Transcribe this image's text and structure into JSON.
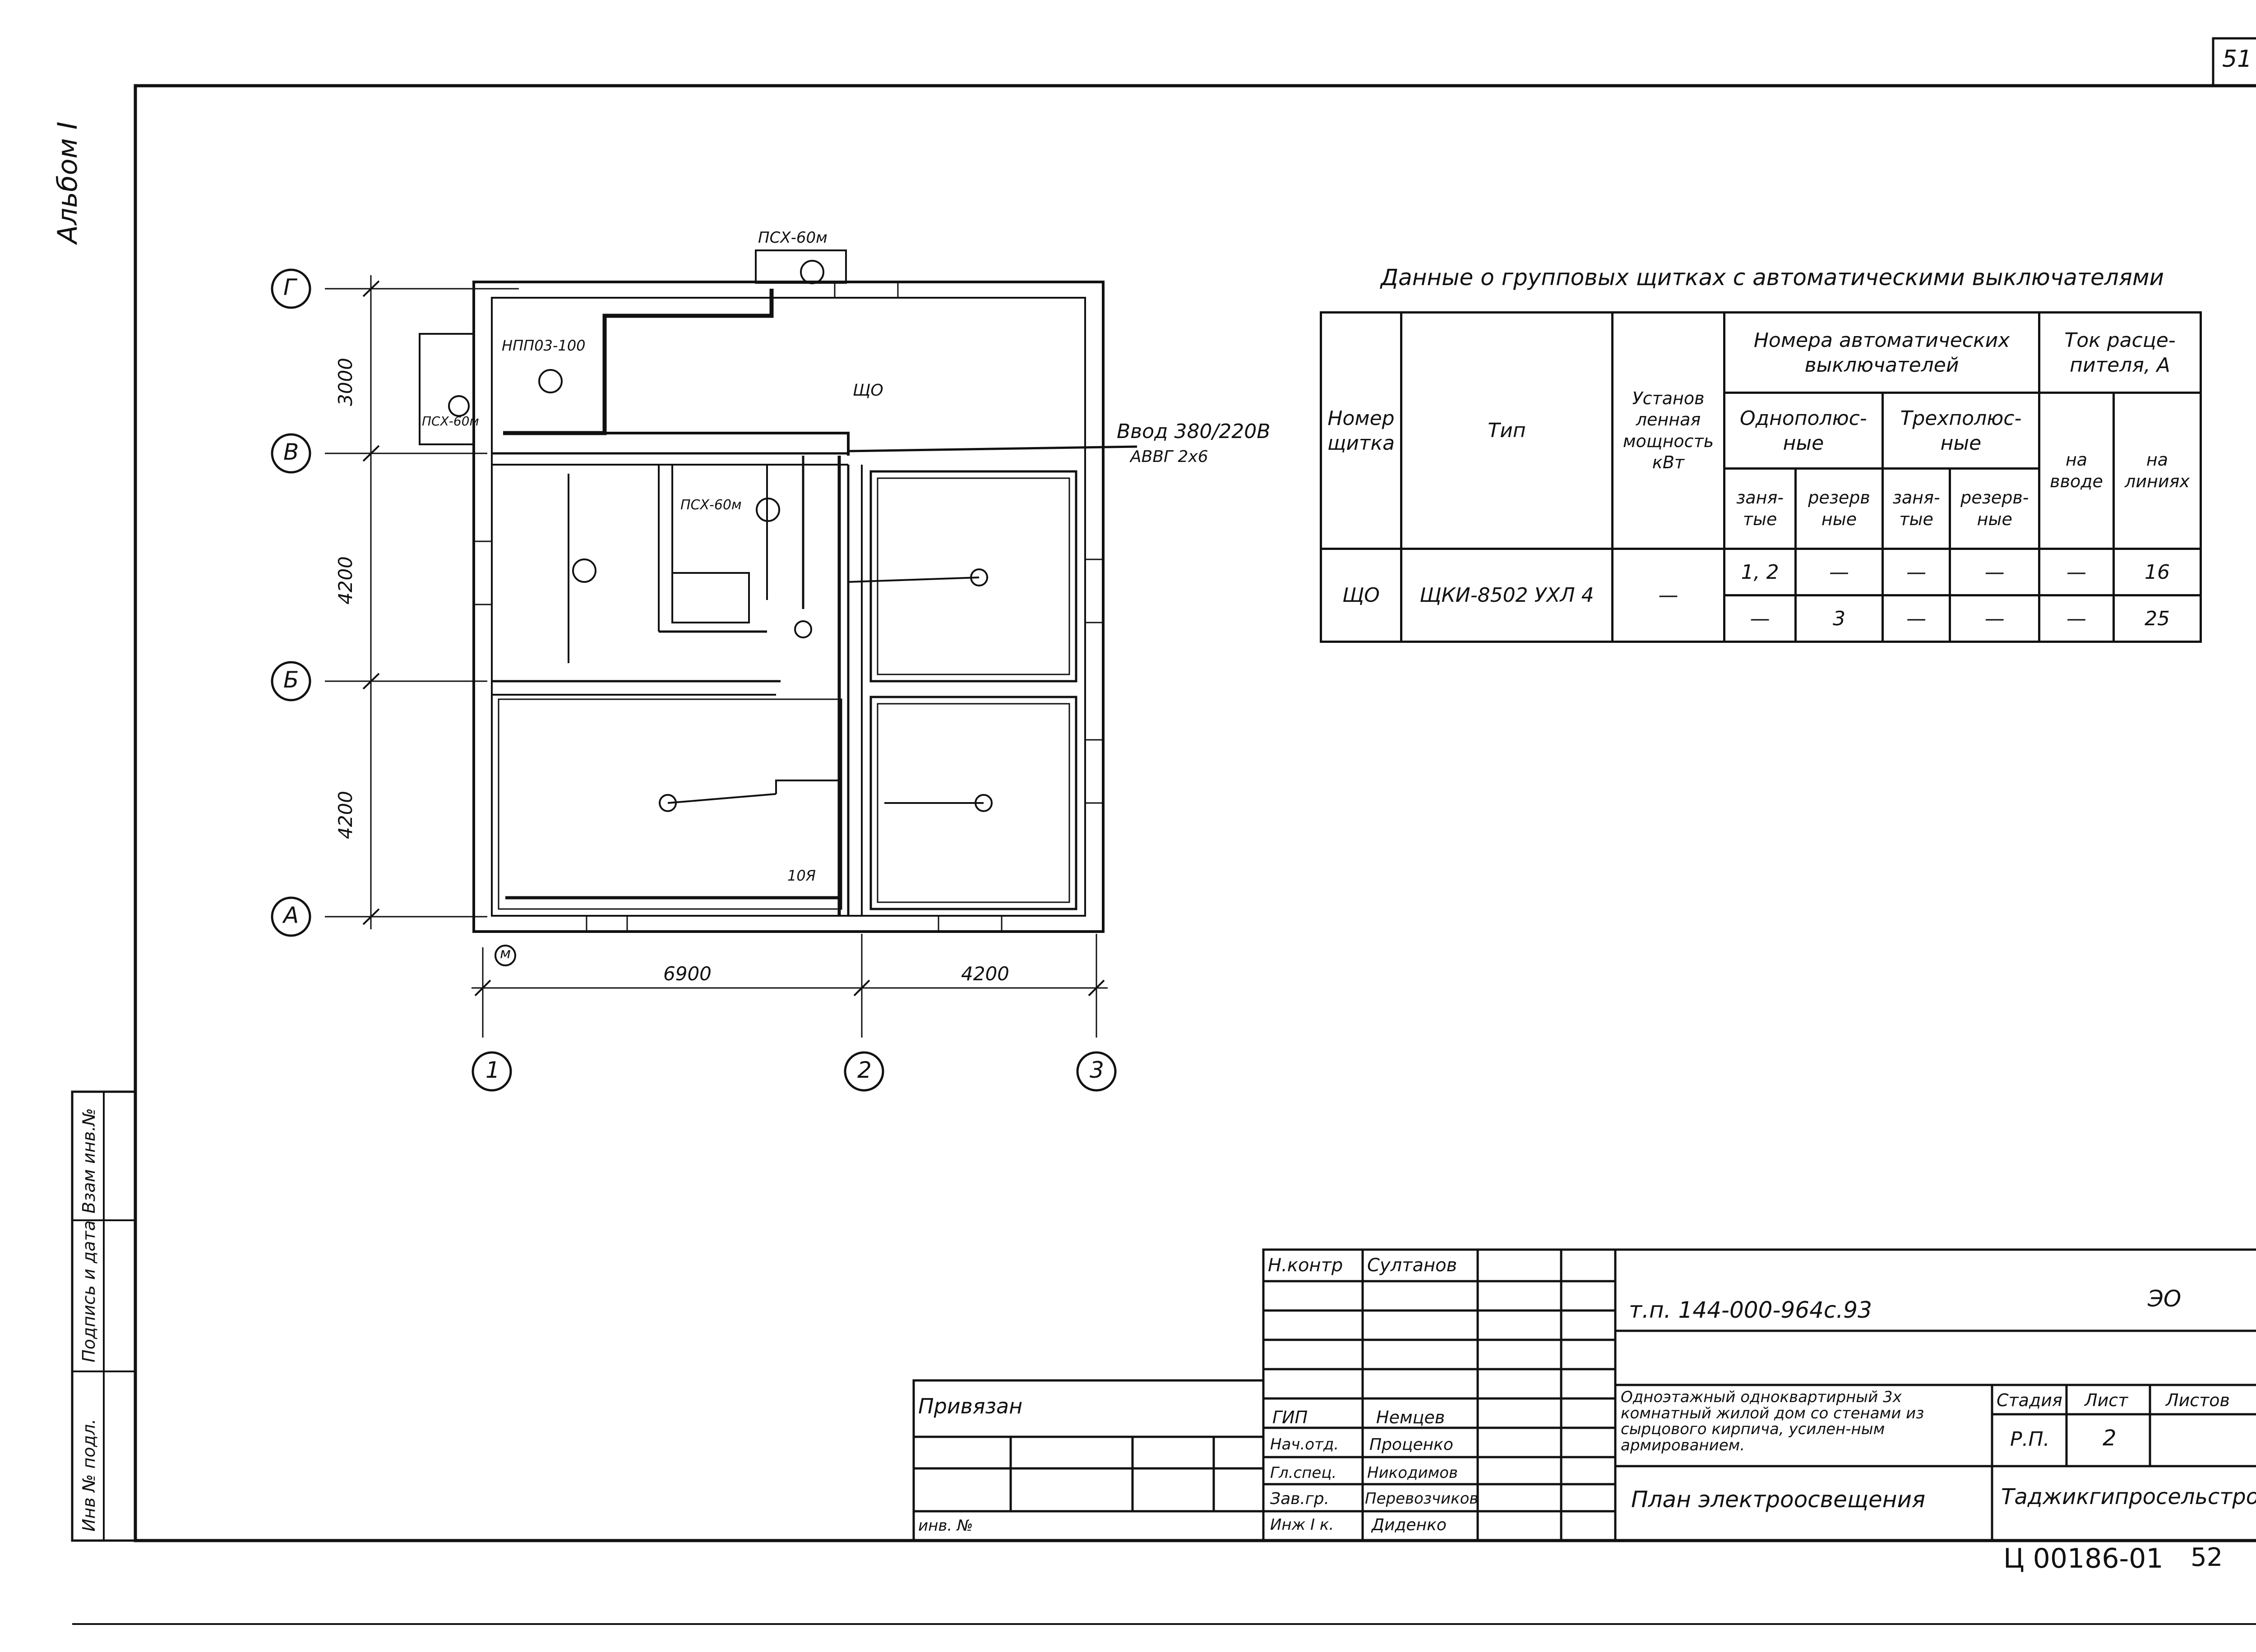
{
  "sheet": {
    "number": "51",
    "album": "Альбом I",
    "bottom_code": "Ц 00186-01",
    "bottom_page": "52"
  },
  "plan": {
    "axes_rows": [
      "Г",
      "В",
      "Б",
      "А"
    ],
    "axes_cols": [
      "1",
      "2",
      "3"
    ],
    "dims_vertical": [
      "3000",
      "4200",
      "4200"
    ],
    "dims_horizontal": [
      "6900",
      "4200"
    ],
    "labels": {
      "psh_top": "ПСХ-60м",
      "nppoz": "НПП03-100",
      "psh_left": "ПСХ-60м",
      "psh_mid": "ПСХ-60м",
      "shchO": "ЩО",
      "lamp_10": "10Я",
      "meter": "м"
    },
    "input": {
      "line1": "Ввод 380/220В",
      "line2": "АВВГ 2х6"
    }
  },
  "panel_table": {
    "title": "Данные о групповых щитках с автоматическими выключателями",
    "headers": {
      "number": "Номер щитка",
      "type": "Тип",
      "power": "Установ ленная мощность кВт",
      "breakers": "Номера автоматических выключателей",
      "single": "Однополюс- ные",
      "triple": "Трехполюс- ные",
      "occupied": "заня- тые",
      "reserve": "резерв ные",
      "occupied2": "заня- тые",
      "reserve2": "резерв- ные",
      "current": "Ток расце- пителя, А",
      "at_input": "на вводе",
      "on_lines": "на линиях"
    },
    "row": {
      "number": "ЩО",
      "type": "ЩКИ-8502 УХЛ 4",
      "power": "—",
      "r1": [
        "1, 2",
        "—",
        "—",
        "—",
        "—",
        "16"
      ],
      "r2": [
        "—",
        "3",
        "—",
        "—",
        "—",
        "25"
      ]
    }
  },
  "title_block": {
    "doc_code": "т.п. 144-000-964с.93",
    "mark": "ЭО",
    "privyazan": "Привязан",
    "inv_no": "инв. №",
    "description": "Одноэтажный одноквартирный 3х комнатный жилой дом со стенами из сырцового кирпича, усилен-ным армированием.",
    "sheet_title": "План электроосвещения",
    "org": "Таджикгипросельстрой",
    "stage_h": "Стадия",
    "list_h": "Лист",
    "lists_h": "Листов",
    "stage": "Р.П.",
    "list": "2",
    "lists": "",
    "rows": [
      {
        "role": "Н.контр",
        "name": "Султанов"
      },
      {
        "role": "ГИП",
        "name": "Немцев"
      },
      {
        "role": "Нач.отд.",
        "name": "Проценко"
      },
      {
        "role": "Гл.спец.",
        "name": "Никодимов"
      },
      {
        "role": "Зав.гр.",
        "name": "Перевозчиков"
      },
      {
        "role": "Инж I к.",
        "name": "Диденко"
      }
    ],
    "side": [
      "Инв № подл.",
      "Подпись и дата",
      "Взам инв.№"
    ]
  },
  "colors": {
    "ink": "#111111",
    "paper": "#ffffff"
  }
}
